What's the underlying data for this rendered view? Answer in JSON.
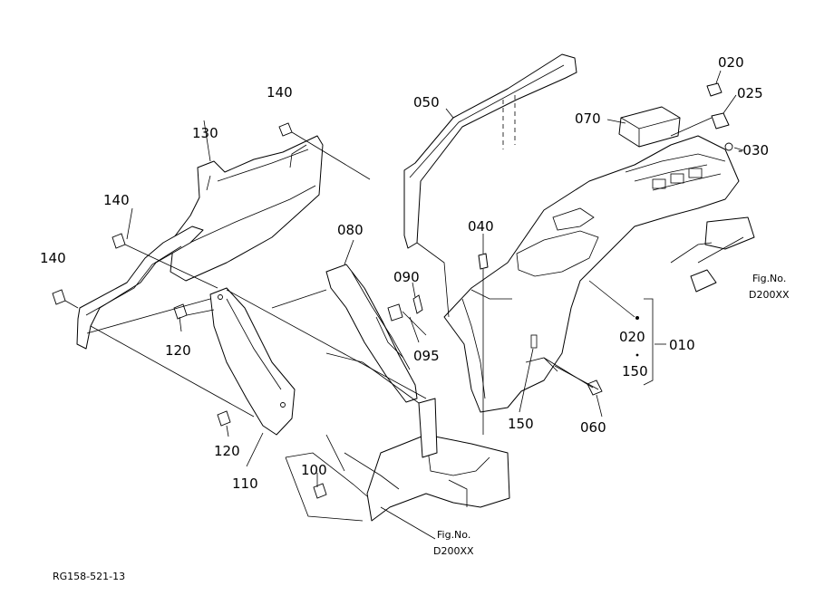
{
  "labels": {
    "p140a": "140",
    "p130": "130",
    "p140b": "140",
    "p140c": "140",
    "p120a": "120",
    "p120b": "120",
    "p110": "110",
    "p100": "100",
    "p080": "080",
    "p090": "090",
    "p095": "095",
    "p050": "050",
    "p040": "040",
    "p070": "070",
    "p020a": "020",
    "p025": "025",
    "p030": "-030",
    "p020b": "020",
    "p010": "010",
    "p150a": "150",
    "p150b": "150",
    "p060": "060"
  },
  "references": {
    "ref1_line1": "Fig.No.",
    "ref1_line2": "D200XX",
    "ref2_line1": "Fig.No.",
    "ref2_line2": "D200XX"
  },
  "figure_code": "RG158-521-13"
}
